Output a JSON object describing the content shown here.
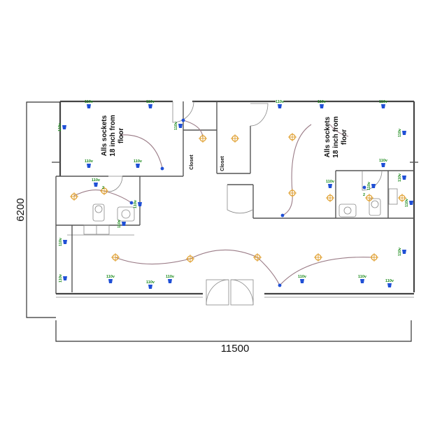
{
  "dimensions": {
    "width_label": "11500",
    "height_label": "6200"
  },
  "notes": {
    "left": [
      "Alls sockets",
      "18 inch from",
      "floor"
    ],
    "right": [
      "Alls sockets",
      "18 inch from",
      "floor"
    ]
  },
  "rooms": {
    "closet_a": "Closet",
    "closet_b": "Closet"
  },
  "outlet_label": "110v",
  "switch_label": "2",
  "colors": {
    "outlet": "#1f4fd6",
    "outlet_text": "#1a8a1a",
    "light": "#e0a030",
    "wire": "#9a7b86",
    "wall": "#555555"
  }
}
